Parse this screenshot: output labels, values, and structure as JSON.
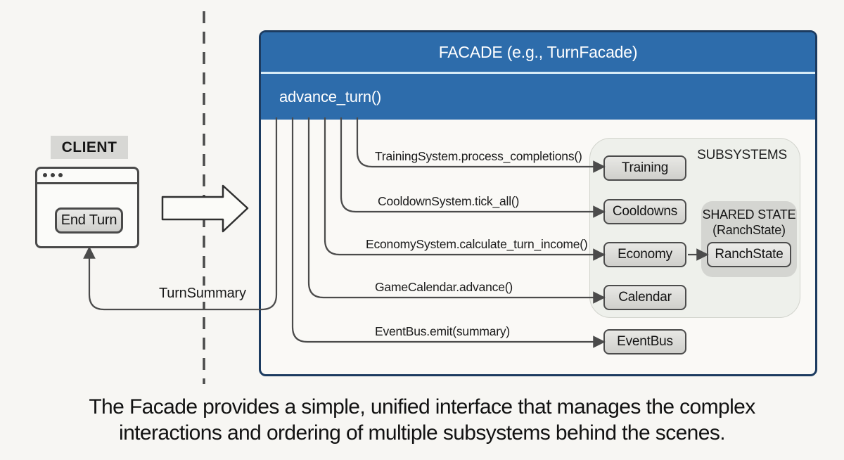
{
  "client": {
    "label": "CLIENT",
    "button": "End Turn",
    "return_label": "TurnSummary"
  },
  "facade": {
    "title": "FACADE (e.g., TurnFacade)",
    "method": "advance_turn()"
  },
  "calls": {
    "training": "TrainingSystem.process_completions()",
    "cooldowns": "CooldownSystem.tick_all()",
    "economy": "EconomySystem.calculate_turn_income()",
    "calendar": "GameCalendar.advance()",
    "eventbus": "EventBus.emit(summary)"
  },
  "subsystems": {
    "title": "SUBSYSTEMS",
    "boxes": {
      "training": "Training",
      "cooldowns": "Cooldowns",
      "economy": "Economy",
      "calendar": "Calendar",
      "eventbus": "EventBus"
    },
    "shared_state": {
      "title": "SHARED STATE",
      "subtitle": "(RanchState)",
      "box": "RanchState"
    }
  },
  "caption": {
    "line1": "The Facade provides a simple, unified interface that manages the complex",
    "line2": "interactions and ordering of multiple subsystems behind the scenes."
  },
  "colors": {
    "facade_header": "#2d6cab",
    "facade_border": "#1c3b60",
    "header_divider": "#d6ebf7",
    "connector": "#4b4b4b",
    "panel_fill": "#eef0eb",
    "box_fill": "#dcdcd9"
  }
}
